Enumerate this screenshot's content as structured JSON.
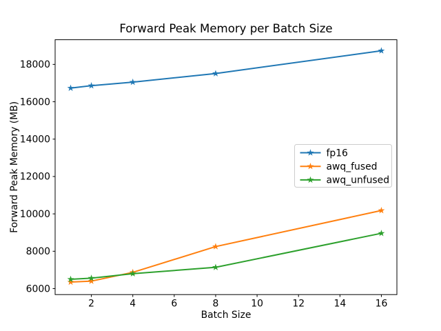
{
  "figure": {
    "title": "Forward Peak Memory per Batch Size",
    "xlabel": "Batch Size",
    "ylabel": "Forward Peak Memory (MB)"
  },
  "chart_data": {
    "type": "line",
    "title": "Forward Peak Memory per Batch Size",
    "xlabel": "Batch Size",
    "ylabel": "Forward Peak Memory (MB)",
    "x": [
      1,
      2,
      4,
      8,
      16
    ],
    "series": [
      {
        "name": "fp16",
        "color": "#1f77b4",
        "values": [
          16730,
          16860,
          17050,
          17510,
          18730
        ]
      },
      {
        "name": "awq_fused",
        "color": "#ff7f0e",
        "values": [
          6350,
          6400,
          6870,
          8250,
          10180
        ]
      },
      {
        "name": "awq_unfused",
        "color": "#2ca02c",
        "values": [
          6500,
          6560,
          6800,
          7140,
          8960
        ]
      }
    ],
    "marker": "star",
    "xticks": [
      2,
      4,
      6,
      8,
      10,
      12,
      14,
      16
    ],
    "yticks": [
      6000,
      8000,
      10000,
      12000,
      14000,
      16000,
      18000
    ],
    "xlim": [
      0.25,
      16.75
    ],
    "ylim": [
      5680,
      19320
    ],
    "grid": false,
    "legend_position": "center right",
    "legend_edge_color": "#cccccc",
    "axis_color": "#000000"
  }
}
